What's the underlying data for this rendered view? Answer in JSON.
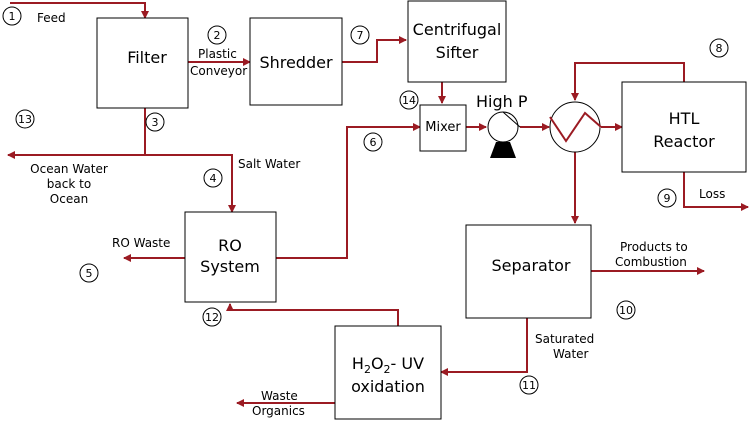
{
  "units": {
    "filter": "Filter",
    "shredder": "Shredder",
    "sifter": [
      "Centrifugal",
      "Sifter"
    ],
    "mixer": "Mixer",
    "htl": [
      "HTL",
      "Reactor"
    ],
    "ro": [
      "RO",
      "System"
    ],
    "separator": "Separator",
    "h2o2_main": "H",
    "h2o2_sub1": "2",
    "h2o2_mid": "O",
    "h2o2_sub2": "2",
    "h2o2_tail": "- UV",
    "h2o2_line2": "oxidation"
  },
  "labels": {
    "feed": "Feed",
    "plastic_conveyor": [
      "Plastic",
      "Conveyor"
    ],
    "high_p": "High P",
    "ocean_water": [
      "Ocean Water",
      "back to",
      "Ocean"
    ],
    "salt_water": "Salt Water",
    "ro_waste": "RO Waste",
    "loss": "Loss",
    "products": [
      "Products to",
      "Combustion"
    ],
    "saturated": [
      "Saturated",
      "Water"
    ],
    "waste_organics": [
      "Waste",
      "Organics"
    ]
  },
  "streams": [
    "1",
    "2",
    "3",
    "4",
    "5",
    "6",
    "7",
    "8",
    "9",
    "10",
    "11",
    "12",
    "13",
    "14"
  ],
  "colors": {
    "flow": "#9b1b23",
    "box": "#000000"
  }
}
